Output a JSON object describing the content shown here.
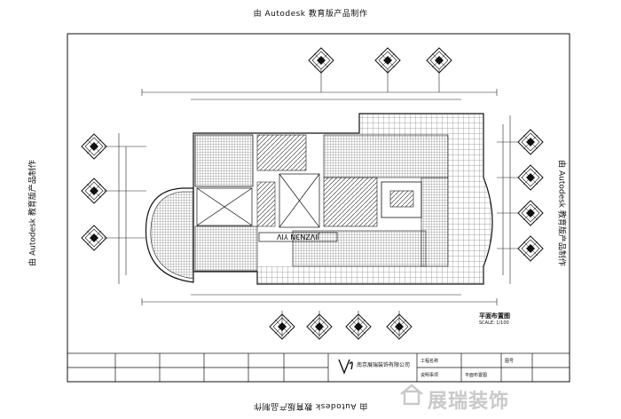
{
  "watermarks": {
    "top": "由 Autodesk 教育版产品制作",
    "bottom": "由 Autodesk 教育版产品制作",
    "left": "由 Autodesk 教育版产品制作",
    "right": "由 Autodesk 教育版产品制作"
  },
  "plan": {
    "title": "平面布置图",
    "scale": "SCALE: 1/100"
  },
  "title_block": {
    "company": "南京展瑞装饰有限公司",
    "cells": [
      "工程名称",
      "说明事项",
      "平面布置图",
      "图号"
    ]
  },
  "site_logo": {
    "text": "展瑞装饰",
    "color": "#c9c9c9"
  }
}
